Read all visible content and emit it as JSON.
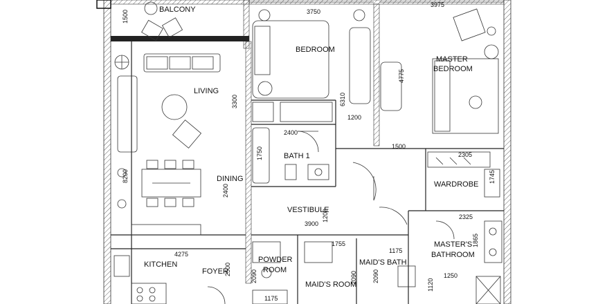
{
  "rooms": {
    "balcony": "BALCONY",
    "bedroom": "BEDROOM",
    "master_bedroom_line1": "MASTER",
    "master_bedroom_line2": "BEDROOM",
    "living": "LIVING",
    "bath1": "BATH 1",
    "dining": "DINING",
    "wardrobe": "WARDROBE",
    "vestibule": "VESTIBULE",
    "masters_bath_line1": "MASTER'S",
    "masters_bath_line2": "BATHROOM",
    "kitchen": "KITCHEN",
    "powder_line1": "POWDER",
    "powder_line2": "ROOM",
    "maids_bath": "MAID'S BATH",
    "foyer": "FOYER",
    "maids_room": "MAID'S ROOM"
  },
  "dimensions": {
    "d3750": "3750",
    "d3975": "3975",
    "d1500_balcony": "1500",
    "d3300": "3300",
    "d6310": "6310",
    "d4775": "4775",
    "d1200_a": "1200",
    "d2400": "2400",
    "d1750": "1750",
    "d1500_mid": "1500",
    "d2305": "2305",
    "d1745": "1745",
    "d8200": "8200",
    "d2400_dining": "2400",
    "d3900": "3900",
    "d1200_b": "1200",
    "d2325": "2325",
    "d1865": "1865",
    "d4275": "4275",
    "d1755": "1755",
    "d1175_bath": "1175",
    "d2500": "2500",
    "d2090_a": "2090",
    "d2090_b": "2090",
    "d2090_c": "2090",
    "d1250": "1250",
    "d1120": "1120",
    "d1175_bottom": "1175"
  }
}
